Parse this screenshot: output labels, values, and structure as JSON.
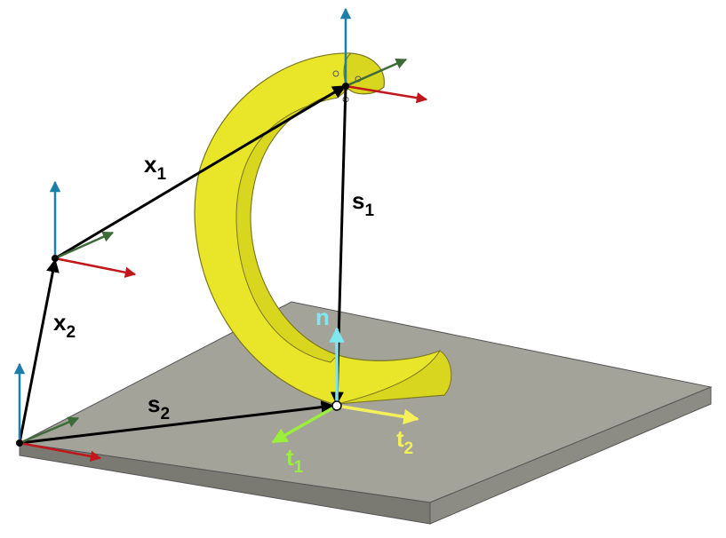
{
  "labels": {
    "x1": {
      "main": "x",
      "sub": "1"
    },
    "x2": {
      "main": "x",
      "sub": "2"
    },
    "s1": {
      "main": "s",
      "sub": "1"
    },
    "s2": {
      "main": "s",
      "sub": "2"
    },
    "n": {
      "main": "n"
    },
    "t1": {
      "main": "t",
      "sub": "1"
    },
    "t2": {
      "main": "t",
      "sub": "2"
    }
  },
  "colors": {
    "plate_top": "#a3a39a",
    "plate_side": "#7a7a72",
    "yellow": "#e9e62a",
    "yellow_shade": "#d9d61f",
    "frame_x": "#c0171b",
    "frame_y": "#3d6b38",
    "frame_z": "#1b7fa8",
    "vector": "#000000",
    "normal": "#7fe7f0",
    "t1": "#9bef3a",
    "t2": "#f3f05a"
  }
}
